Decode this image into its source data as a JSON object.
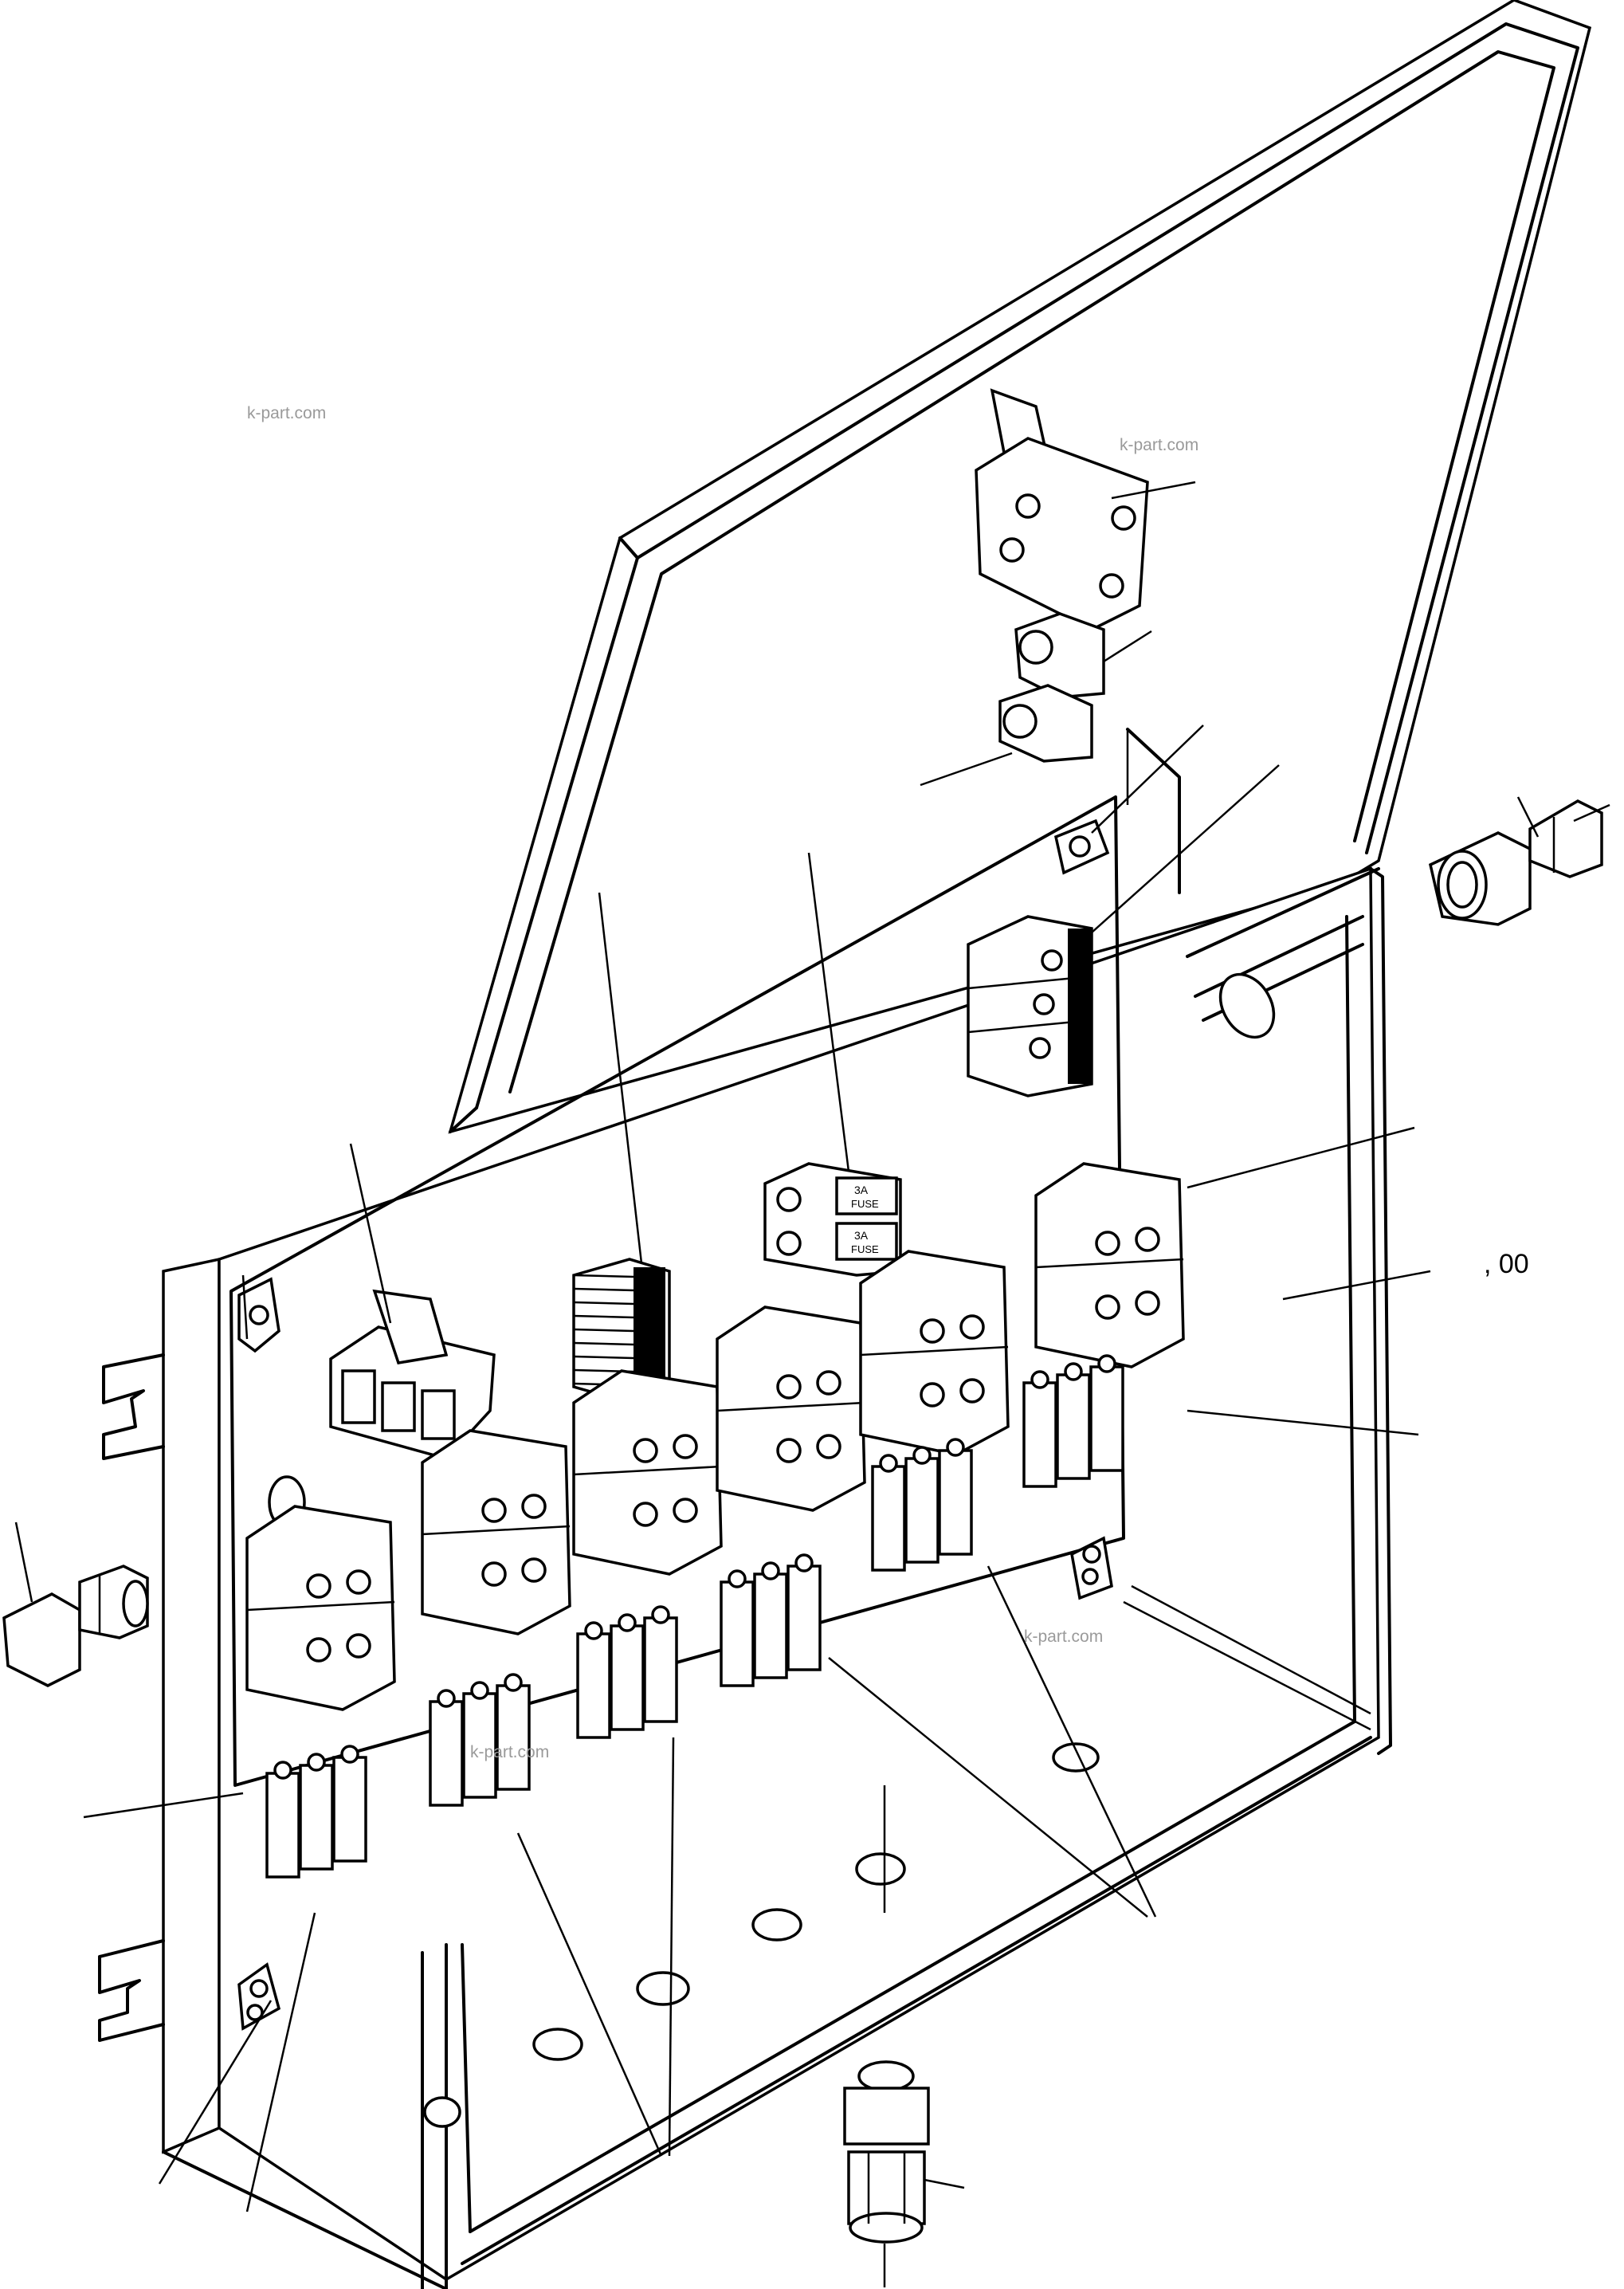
{
  "watermarks": [
    "k-part.com",
    "k-part.com",
    "k-part.com",
    "k-part.com"
  ],
  "callout_label": ", 00",
  "fuse_labels": {
    "top_amp": "3A",
    "top_text": "FUSE",
    "bottom_amp": "3A",
    "bottom_text": "FUSE"
  }
}
